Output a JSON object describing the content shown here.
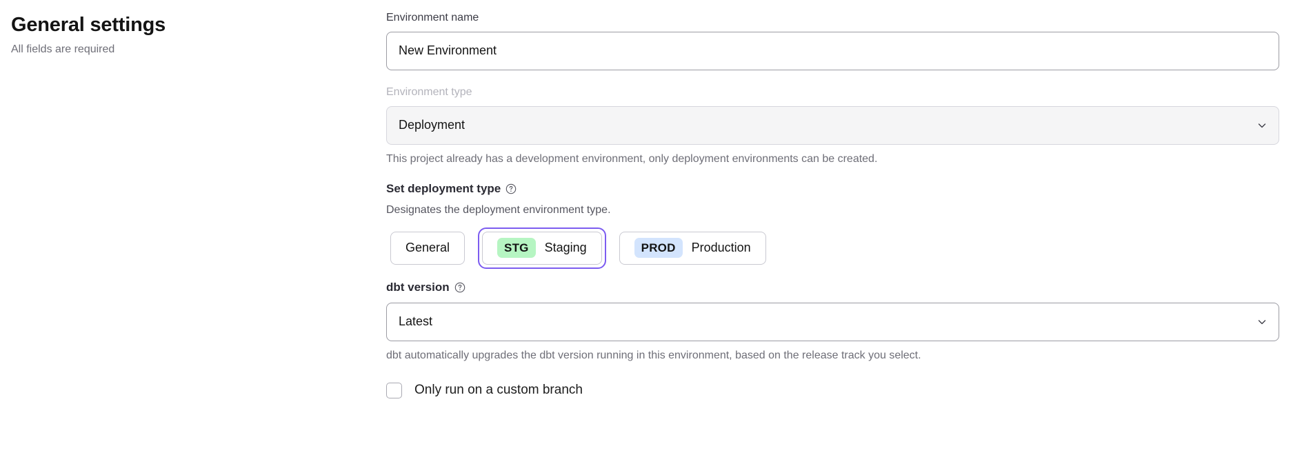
{
  "header": {
    "title": "General settings",
    "subtitle": "All fields are required"
  },
  "form": {
    "environment_name": {
      "label": "Environment name",
      "value": "New Environment",
      "placeholder": "Environment name"
    },
    "environment_type": {
      "label": "Environment type",
      "value": "Deployment",
      "disabled": true,
      "helper": "This project already has a development environment, only deployment environments can be created.",
      "chevron_icon": "chevron-down-icon"
    },
    "deployment_type": {
      "label": "Set deployment type",
      "help_icon": "question-circle-icon",
      "description": "Designates the deployment environment type.",
      "selected": "Staging",
      "options": [
        {
          "id": "general",
          "badge": "",
          "label": "General",
          "badge_color": "",
          "selected": false
        },
        {
          "id": "staging",
          "badge": "STG",
          "label": "Staging",
          "badge_color": "#b6f5c2",
          "selected": true
        },
        {
          "id": "production",
          "badge": "PROD",
          "label": "Production",
          "badge_color": "#d3e4fd",
          "selected": false
        }
      ]
    },
    "dbt_version": {
      "label": "dbt version",
      "help_icon": "question-circle-icon",
      "value": "Latest",
      "helper": "dbt automatically upgrades the dbt version running in this environment, based on the release track you select.",
      "chevron_icon": "chevron-down-icon"
    },
    "custom_branch": {
      "label": "Only run on a custom branch",
      "checked": false
    }
  },
  "colors": {
    "accent_focus": "#7c5cf0",
    "badge_staging": "#b6f5c2",
    "badge_production": "#d3e4fd",
    "text_primary": "#141414",
    "text_muted": "#6e6e77",
    "disabled_bg": "#f5f5f6"
  }
}
